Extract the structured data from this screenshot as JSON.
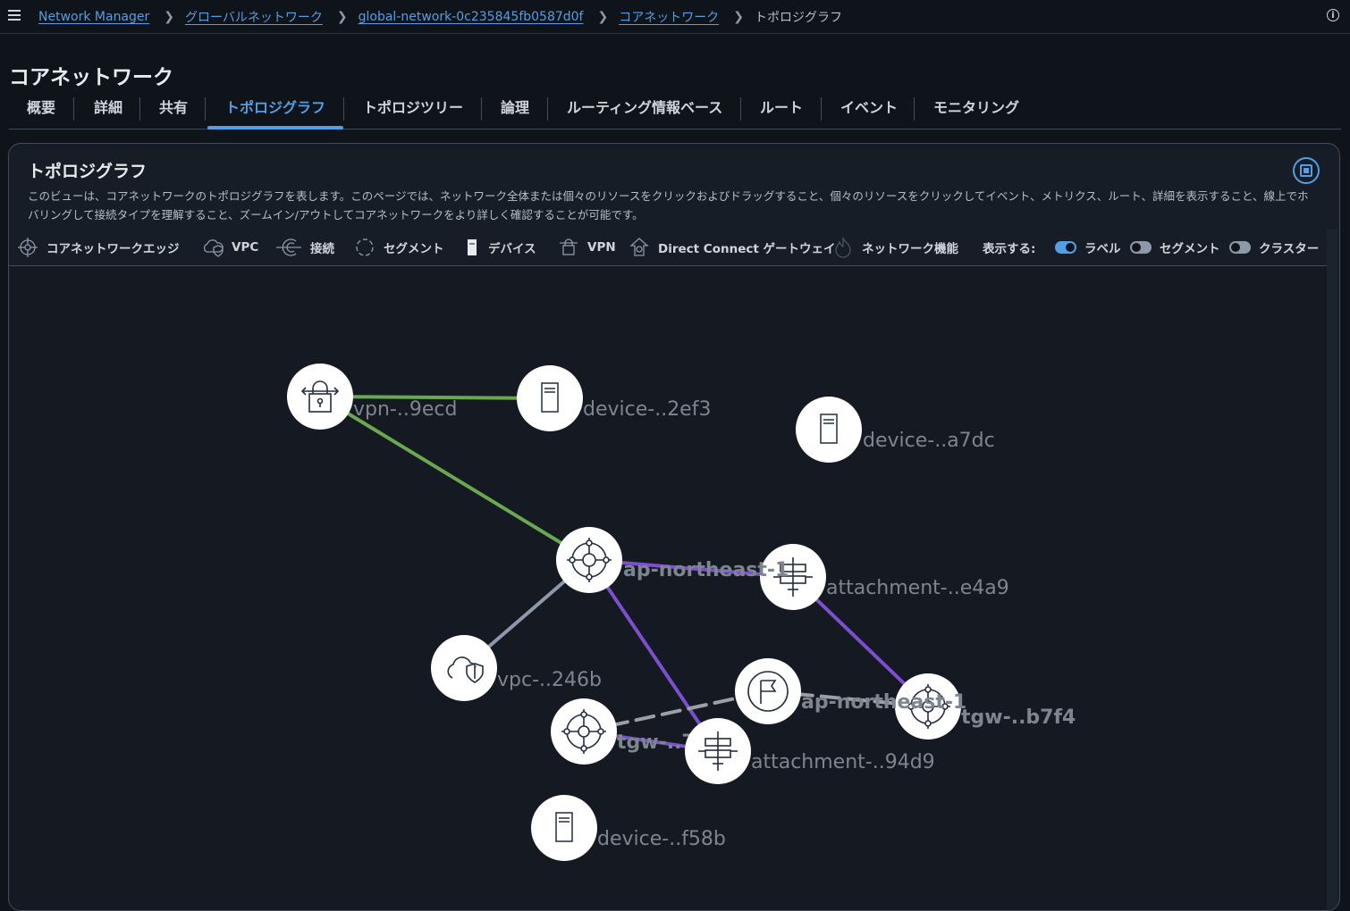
{
  "breadcrumb": {
    "items": [
      "Network Manager",
      "グローバルネットワーク",
      "global-network-0c235845fb0587d0f",
      "コアネットワーク"
    ],
    "current": "トポロジグラフ"
  },
  "page": {
    "title": "コアネットワーク"
  },
  "tabs": [
    "概要",
    "詳細",
    "共有",
    "トポロジグラフ",
    "トポロジツリー",
    "論理",
    "ルーティング情報ベース",
    "ルート",
    "イベント",
    "モニタリング"
  ],
  "active_tab": "トポロジグラフ",
  "panel": {
    "title": "トポロジグラフ",
    "description": "このビューは、コアネットワークのトポロジグラフを表します。このページでは、ネットワーク全体または個々のリソースをクリックおよびドラッグすること、個々のリソースをクリックしてイベント、メトリクス、ルート、詳細を表示すること、線上でホバリングして接続タイプを理解すること、ズームイン/アウトしてコアネットワークをより詳しく確認することが可能です。"
  },
  "legend": {
    "items": [
      "コアネットワークエッジ",
      "VPC",
      "接続",
      "セグメント",
      "デバイス",
      "VPN",
      "Direct Connect ゲートウェイ",
      "ネットワーク機能"
    ],
    "show_label": "表示する:",
    "toggles": [
      {
        "label": "ラベル",
        "on": true
      },
      {
        "label": "セグメント",
        "on": false
      },
      {
        "label": "クラスター",
        "on": false
      }
    ]
  },
  "graph": {
    "colors": {
      "vpn_link": "#6aa84f",
      "attach_link": "#7b4fd0",
      "vpc_link": "#8d99a8",
      "segment_link": "#9aa0a6",
      "label": "#7d8590"
    },
    "nodes": {
      "vpn": {
        "label": "vpn-..9ecd",
        "icon": "vpn-icon"
      },
      "device1": {
        "label": "device-..2ef3",
        "icon": "device-icon"
      },
      "device2": {
        "label": "device-..a7dc",
        "icon": "device-icon"
      },
      "cne": {
        "label": "ap-northeast-1",
        "icon": "core-network-edge-icon"
      },
      "att1": {
        "label": "attachment-..e4a9",
        "icon": "attachment-icon"
      },
      "vpc": {
        "label": "vpc-..246b",
        "icon": "vpc-icon"
      },
      "seg": {
        "label": "ap-northeast-1",
        "icon": "segment-icon"
      },
      "tgw1": {
        "label": "tgw-..b7f4",
        "icon": "transit-gateway-icon"
      },
      "tgw2": {
        "label": "tgw-..7c1",
        "icon": "transit-gateway-icon"
      },
      "att2": {
        "label": "attachment-..94d9",
        "icon": "attachment-icon"
      },
      "device3": {
        "label": "device-..f58b",
        "icon": "device-icon"
      }
    }
  }
}
